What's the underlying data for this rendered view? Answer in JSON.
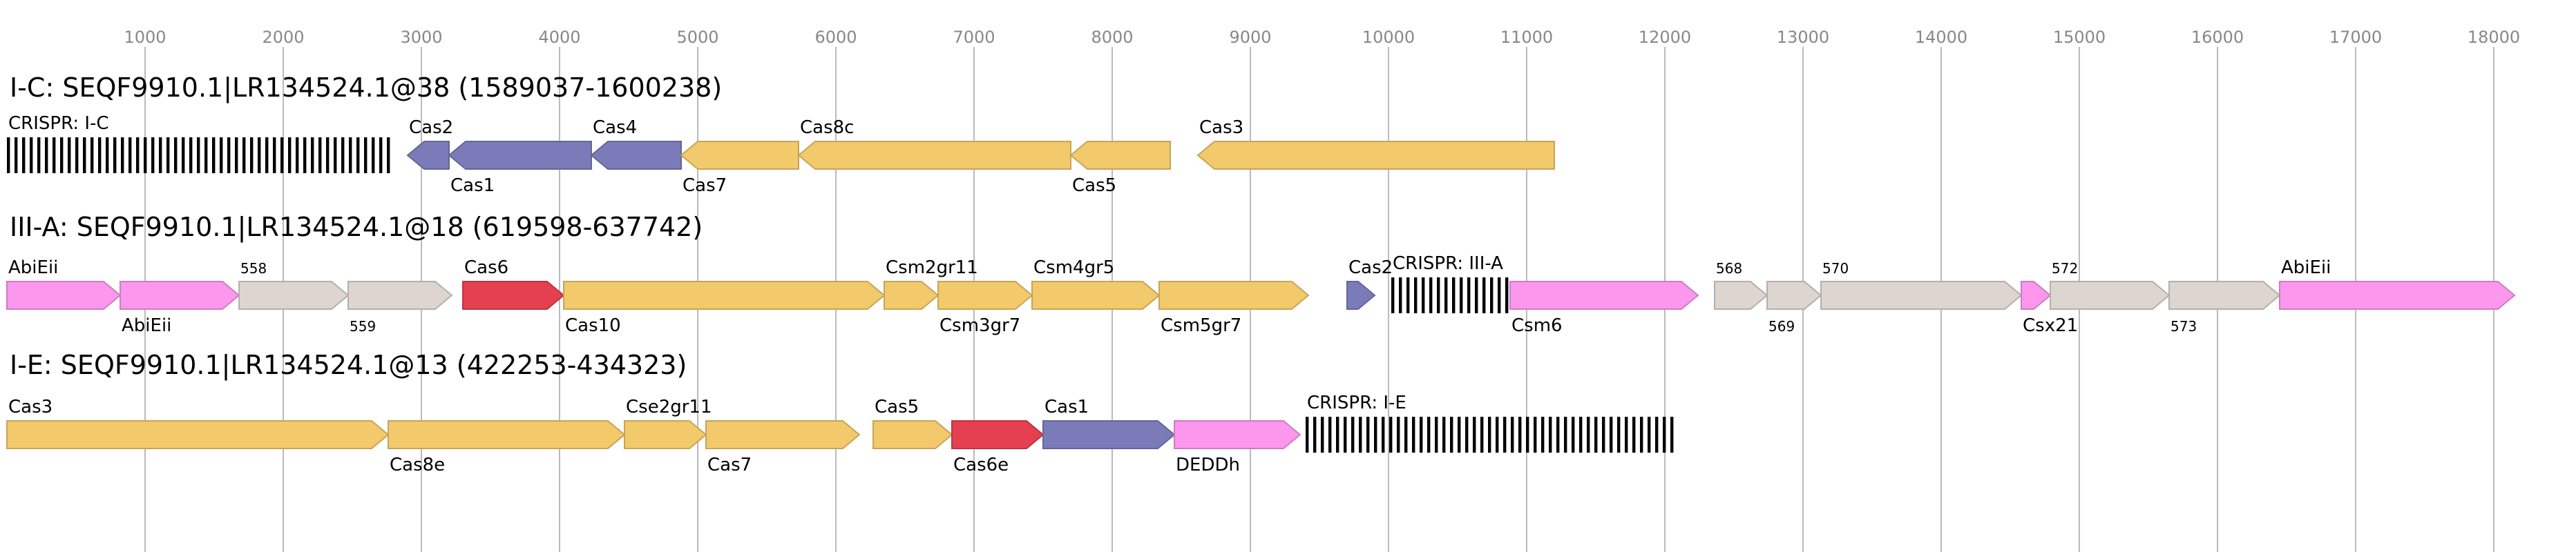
{
  "axis": {
    "xmin": 0,
    "xmax": 18500,
    "ticks": [
      1000,
      2000,
      3000,
      4000,
      5000,
      6000,
      7000,
      8000,
      9000,
      10000,
      11000,
      12000,
      13000,
      14000,
      15000,
      16000,
      17000,
      18000
    ]
  },
  "colors": {
    "cas_yellow": "#f2c96b",
    "cas_blue": "#7b7bb9",
    "cas_red": "#e5404f",
    "pink": "#fb97ec",
    "gray": "#dcd5d0"
  },
  "tracks": [
    {
      "title": "I-C: SEQF9910.1|LR134524.1@38 (1589037-1600238)",
      "features": [
        {
          "kind": "crispr",
          "start": 0,
          "end": 2800,
          "label": "CRISPR: I-C",
          "label_pos": "above"
        },
        {
          "kind": "gene",
          "start": 2900,
          "end": 3200,
          "strand": -1,
          "color": "cas_blue",
          "label": "Cas2",
          "label_pos": "above"
        },
        {
          "kind": "gene",
          "start": 3200,
          "end": 4230,
          "strand": -1,
          "color": "cas_blue",
          "label": "Cas1",
          "label_pos": "below"
        },
        {
          "kind": "gene",
          "start": 4230,
          "end": 4880,
          "strand": -1,
          "color": "cas_blue",
          "label": "Cas4",
          "label_pos": "above"
        },
        {
          "kind": "gene",
          "start": 4880,
          "end": 5730,
          "strand": -1,
          "color": "cas_yellow",
          "label": "Cas7",
          "label_pos": "below"
        },
        {
          "kind": "gene",
          "start": 5730,
          "end": 7700,
          "strand": -1,
          "color": "cas_yellow",
          "label": "Cas8c",
          "label_pos": "above"
        },
        {
          "kind": "gene",
          "start": 7700,
          "end": 8420,
          "strand": -1,
          "color": "cas_yellow",
          "label": "Cas5",
          "label_pos": "below"
        },
        {
          "kind": "gene",
          "start": 8620,
          "end": 11200,
          "strand": -1,
          "color": "cas_yellow",
          "label": "Cas3",
          "label_pos": "above"
        }
      ]
    },
    {
      "title": "III-A: SEQF9910.1|LR134524.1@18 (619598-637742)",
      "features": [
        {
          "kind": "gene",
          "start": 0,
          "end": 820,
          "strand": 1,
          "color": "pink",
          "label": "AbiEii",
          "label_pos": "above"
        },
        {
          "kind": "gene",
          "start": 820,
          "end": 1680,
          "strand": 1,
          "color": "pink",
          "label": "AbiEii",
          "label_pos": "below"
        },
        {
          "kind": "gene",
          "start": 1680,
          "end": 2470,
          "strand": 1,
          "color": "gray",
          "label": "558",
          "label_pos": "above",
          "small": true
        },
        {
          "kind": "gene",
          "start": 2470,
          "end": 3220,
          "strand": 1,
          "color": "gray",
          "label": "559",
          "label_pos": "below",
          "small": true
        },
        {
          "kind": "gene",
          "start": 3300,
          "end": 4030,
          "strand": 1,
          "color": "cas_red",
          "label": "Cas6",
          "label_pos": "above"
        },
        {
          "kind": "gene",
          "start": 4030,
          "end": 6350,
          "strand": 1,
          "color": "cas_yellow",
          "label": "Cas10",
          "label_pos": "below"
        },
        {
          "kind": "gene",
          "start": 6350,
          "end": 6740,
          "strand": 1,
          "color": "cas_yellow",
          "label": "Csm2gr11",
          "label_pos": "above"
        },
        {
          "kind": "gene",
          "start": 6740,
          "end": 7420,
          "strand": 1,
          "color": "cas_yellow",
          "label": "Csm3gr7",
          "label_pos": "below"
        },
        {
          "kind": "gene",
          "start": 7420,
          "end": 8340,
          "strand": 1,
          "color": "cas_yellow",
          "label": "Csm4gr5",
          "label_pos": "above"
        },
        {
          "kind": "gene",
          "start": 8340,
          "end": 9420,
          "strand": 1,
          "color": "cas_yellow",
          "label": "Csm5gr7",
          "label_pos": "below"
        },
        {
          "kind": "gene",
          "start": 9700,
          "end": 9900,
          "strand": 1,
          "color": "cas_blue",
          "label": "Cas2",
          "label_pos": "above"
        },
        {
          "kind": "crispr",
          "start": 10020,
          "end": 10880,
          "label": "CRISPR: III-A",
          "label_pos": "above"
        },
        {
          "kind": "gene",
          "start": 10880,
          "end": 12240,
          "strand": 1,
          "color": "pink",
          "label": "Csm6",
          "label_pos": "below"
        },
        {
          "kind": "gene",
          "start": 12360,
          "end": 12740,
          "strand": 1,
          "color": "gray",
          "label": "568",
          "label_pos": "above",
          "small": true
        },
        {
          "kind": "gene",
          "start": 12740,
          "end": 13130,
          "strand": 1,
          "color": "gray",
          "label": "569",
          "label_pos": "below",
          "small": true
        },
        {
          "kind": "gene",
          "start": 13130,
          "end": 14580,
          "strand": 1,
          "color": "gray",
          "label": "570",
          "label_pos": "above",
          "small": true
        },
        {
          "kind": "gene",
          "start": 14580,
          "end": 14790,
          "strand": 1,
          "color": "pink",
          "label": "Csx21",
          "label_pos": "below"
        },
        {
          "kind": "gene",
          "start": 14790,
          "end": 15650,
          "strand": 1,
          "color": "gray",
          "label": "572",
          "label_pos": "above",
          "small": true
        },
        {
          "kind": "gene",
          "start": 15650,
          "end": 16450,
          "strand": 1,
          "color": "gray",
          "label": "573",
          "label_pos": "below",
          "small": true
        },
        {
          "kind": "gene",
          "start": 16450,
          "end": 18150,
          "strand": 1,
          "color": "pink",
          "label": "AbiEii",
          "label_pos": "above"
        }
      ]
    },
    {
      "title": "I-E: SEQF9910.1|LR134524.1@13 (422253-434323)",
      "features": [
        {
          "kind": "gene",
          "start": 0,
          "end": 2760,
          "strand": 1,
          "color": "cas_yellow",
          "label": "Cas3",
          "label_pos": "above"
        },
        {
          "kind": "gene",
          "start": 2760,
          "end": 4470,
          "strand": 1,
          "color": "cas_yellow",
          "label": "Cas8e",
          "label_pos": "below"
        },
        {
          "kind": "gene",
          "start": 4470,
          "end": 5060,
          "strand": 1,
          "color": "cas_yellow",
          "label": "Cse2gr11",
          "label_pos": "above"
        },
        {
          "kind": "gene",
          "start": 5060,
          "end": 6170,
          "strand": 1,
          "color": "cas_yellow",
          "label": "Cas7",
          "label_pos": "below"
        },
        {
          "kind": "gene",
          "start": 6270,
          "end": 6840,
          "strand": 1,
          "color": "cas_yellow",
          "label": "Cas5",
          "label_pos": "above"
        },
        {
          "kind": "gene",
          "start": 6840,
          "end": 7500,
          "strand": 1,
          "color": "cas_red",
          "label": "Cas6e",
          "label_pos": "below"
        },
        {
          "kind": "gene",
          "start": 7500,
          "end": 8450,
          "strand": 1,
          "color": "cas_blue",
          "label": "Cas1",
          "label_pos": "above"
        },
        {
          "kind": "gene",
          "start": 8450,
          "end": 9360,
          "strand": 1,
          "color": "pink",
          "label": "DEDDh",
          "label_pos": "below"
        },
        {
          "kind": "crispr",
          "start": 9400,
          "end": 12100,
          "label": "CRISPR: I-E",
          "label_pos": "above"
        }
      ]
    }
  ]
}
